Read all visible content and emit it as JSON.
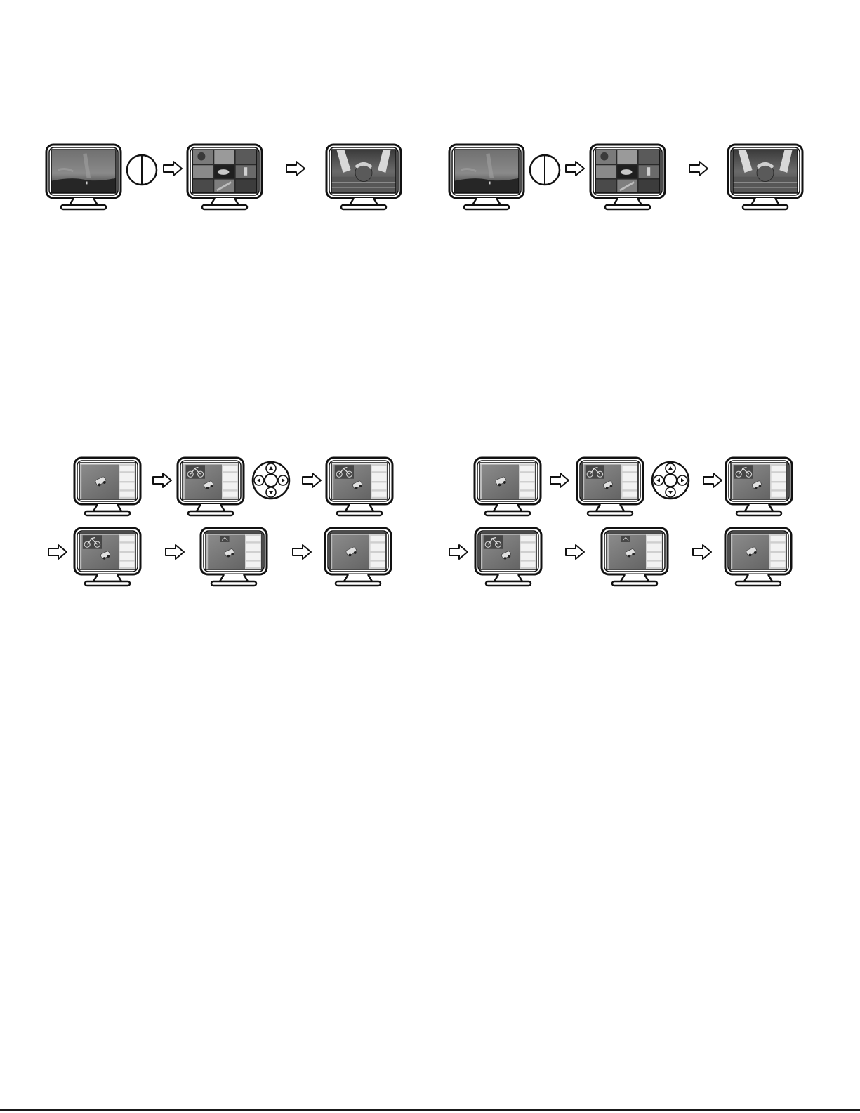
{
  "figure": {
    "sequences": [
      {
        "id": "sequence-1",
        "steps": [
          "monitor-storm-sky",
          "power-button-icon",
          "arrow-right-icon",
          "monitor-video-grid",
          "arrow-right-icon",
          "monitor-bowling-hand"
        ]
      },
      {
        "id": "sequence-2",
        "steps": [
          "monitor-storm-sky",
          "power-button-icon",
          "arrow-right-icon",
          "monitor-video-grid",
          "arrow-right-icon",
          "monitor-bowling-hand"
        ]
      },
      {
        "id": "sequence-3",
        "row1": [
          "monitor-editor-car",
          "arrow-right-icon",
          "monitor-editor-motorbike-overlay",
          "dpad-control-icon",
          "arrow-right-icon",
          "monitor-editor-motorbike-overlay"
        ],
        "row2": [
          "arrow-right-icon",
          "monitor-editor-motorbike-overlay",
          "arrow-right-icon",
          "monitor-editor-small-overlay",
          "arrow-right-icon",
          "monitor-editor-car"
        ]
      },
      {
        "id": "sequence-4",
        "row1": [
          "monitor-editor-car",
          "arrow-right-icon",
          "monitor-editor-motorbike-overlay",
          "dpad-control-icon",
          "arrow-right-icon",
          "monitor-editor-motorbike-overlay"
        ],
        "row2": [
          "arrow-right-icon",
          "monitor-editor-motorbike-overlay",
          "arrow-right-icon",
          "monitor-editor-small-overlay",
          "arrow-right-icon",
          "monitor-editor-car"
        ]
      }
    ],
    "colors": {
      "stroke": "#111111",
      "screen_dark": "#3a3a3a",
      "screen_mid": "#6b6b6b",
      "screen_light": "#9a9a9a",
      "panel": "#d8d8d8"
    }
  }
}
